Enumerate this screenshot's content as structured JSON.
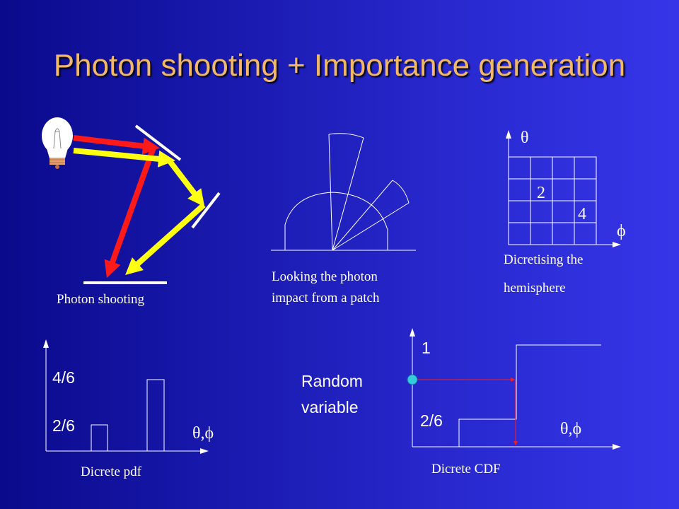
{
  "slide": {
    "title": "Photon shooting + Importance generation",
    "photon_shooting": {
      "caption": "Photon shooting"
    },
    "patch_view": {
      "caption_line1": "Looking the photon",
      "caption_line2": "impact from a patch"
    },
    "hemisphere_grid": {
      "theta_label": "θ",
      "phi_label": "ϕ",
      "cell_value_a": "2",
      "cell_value_b": "4",
      "caption_line1": "Dicretising the",
      "caption_line2": "hemisphere"
    },
    "pdf_chart": {
      "label_high": "4/6",
      "label_low": "2/6",
      "axis_label": "θ,ϕ",
      "caption": "Dicrete pdf"
    },
    "cdf_chart": {
      "label_one": "1",
      "label_low": "2/6",
      "axis_label": "θ,ϕ",
      "random_line1": "Random",
      "random_line2": "variable",
      "caption": "Dicrete CDF"
    },
    "colors": {
      "title": "#f2b86a",
      "red_ray": "#ff1a1a",
      "yellow_ray": "#ffff10",
      "random_point": "#33ccdd"
    }
  }
}
